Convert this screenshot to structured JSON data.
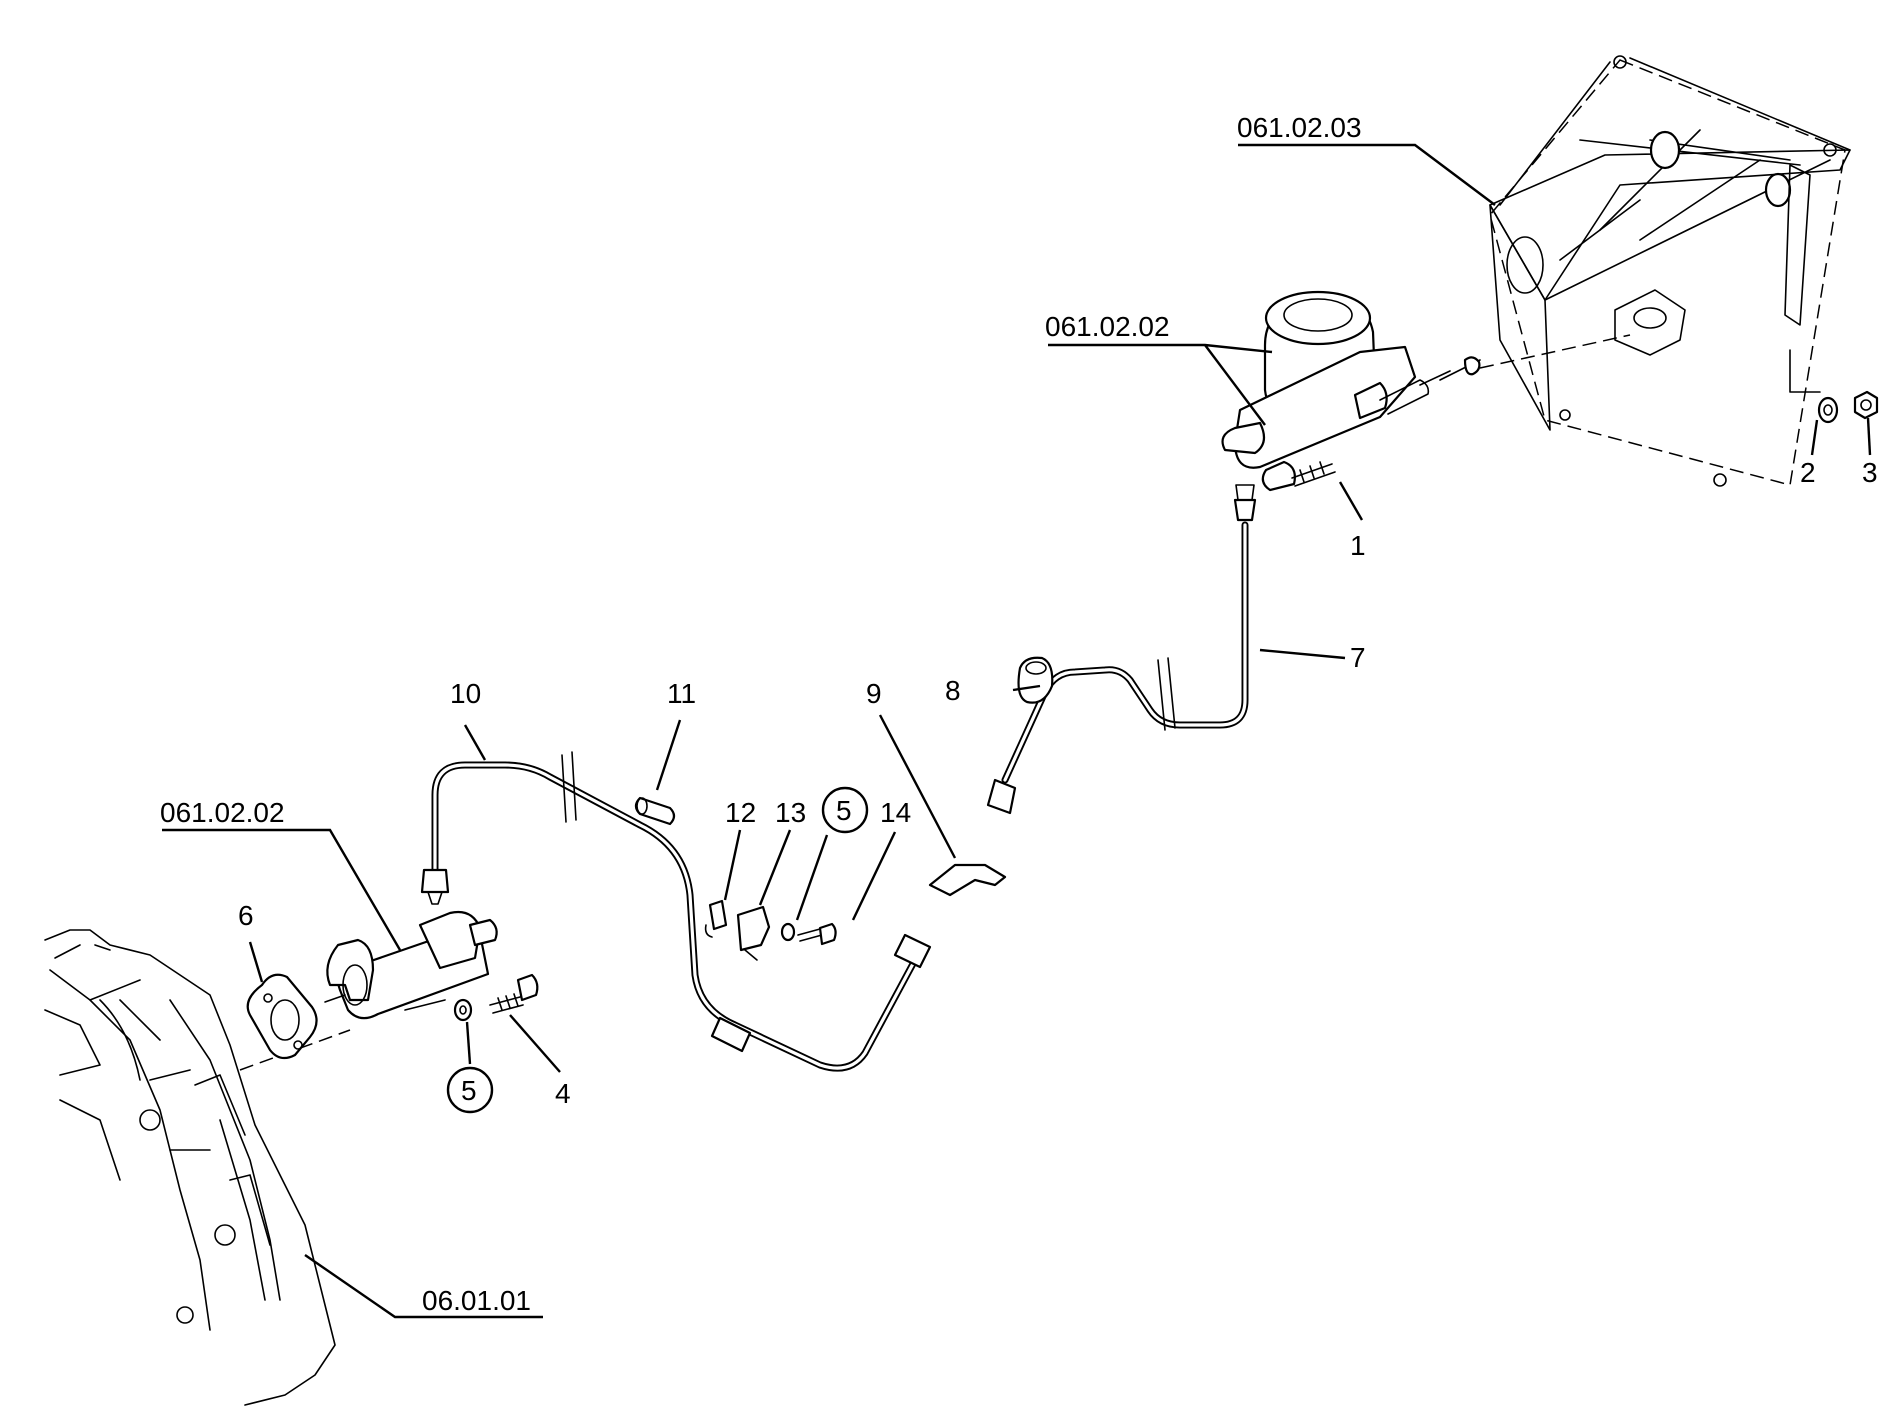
{
  "diagram": {
    "references": {
      "top_right_housing": "061.02.03",
      "master_cylinder": "061.02.02",
      "slave_cylinder": "061.02.02",
      "transmission_housing": "06.01.01"
    },
    "callouts": {
      "c1": "1",
      "c2": "2",
      "c3": "3",
      "c4": "4",
      "c5_upper": "5",
      "c5_lower": "5",
      "c6": "6",
      "c7": "7",
      "c8": "8",
      "c9": "9",
      "c10": "10",
      "c11": "11",
      "c12": "12",
      "c13": "13",
      "c14": "14"
    }
  }
}
